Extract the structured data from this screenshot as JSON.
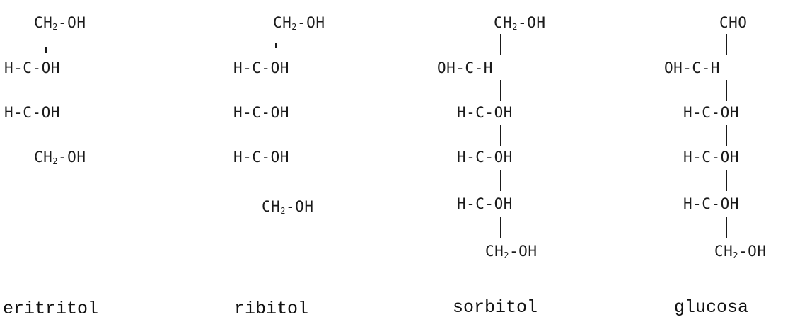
{
  "molecules": [
    {
      "id": "eritritol",
      "name": "eritritol",
      "rows": [
        {
          "pre": "CH",
          "sub": "2",
          "post": "-OH"
        },
        {
          "pre": "H-C-OH",
          "sub": "",
          "post": ""
        },
        {
          "pre": "H-C-OH",
          "sub": "",
          "post": ""
        },
        {
          "pre": "CH",
          "sub": "2",
          "post": "-OH"
        }
      ]
    },
    {
      "id": "ribitol",
      "name": "ribitol",
      "rows": [
        {
          "pre": "CH",
          "sub": "2",
          "post": "-OH"
        },
        {
          "pre": "H-C-OH",
          "sub": "",
          "post": ""
        },
        {
          "pre": "H-C-OH",
          "sub": "",
          "post": ""
        },
        {
          "pre": "H-C-OH",
          "sub": "",
          "post": ""
        },
        {
          "pre": "CH",
          "sub": "2",
          "post": "-OH"
        }
      ]
    },
    {
      "id": "sorbitol",
      "name": "sorbitol",
      "rows": [
        {
          "pre": "CH",
          "sub": "2",
          "post": "-OH"
        },
        {
          "pre": "OH-C-H",
          "sub": "",
          "post": ""
        },
        {
          "pre": "H-C-OH",
          "sub": "",
          "post": ""
        },
        {
          "pre": "H-C-OH",
          "sub": "",
          "post": ""
        },
        {
          "pre": "H-C-OH",
          "sub": "",
          "post": ""
        },
        {
          "pre": "CH",
          "sub": "2",
          "post": "-OH"
        }
      ]
    },
    {
      "id": "glucosa",
      "name": "glucosa",
      "rows": [
        {
          "pre": "CHO",
          "sub": "",
          "post": ""
        },
        {
          "pre": "OH-C-H",
          "sub": "",
          "post": ""
        },
        {
          "pre": "H-C-OH",
          "sub": "",
          "post": ""
        },
        {
          "pre": "H-C-OH",
          "sub": "",
          "post": ""
        },
        {
          "pre": "H-C-OH",
          "sub": "",
          "post": ""
        },
        {
          "pre": "CH",
          "sub": "2",
          "post": "-OH"
        }
      ]
    }
  ]
}
